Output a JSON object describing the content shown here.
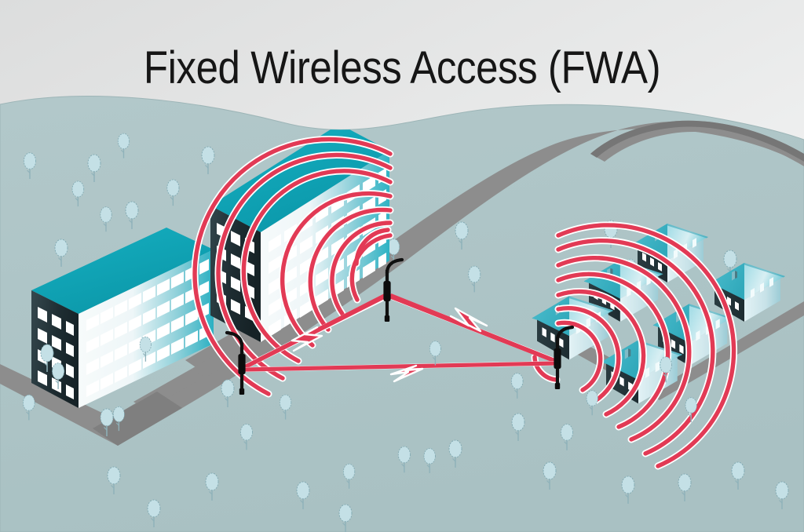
{
  "title": {
    "text": "Fixed Wireless Access (FWA)"
  },
  "illustration": {
    "kind": "isometric-network-diagram",
    "description": "Fixed Wireless Access isometric cityscape: two apartment blocks on the left broadcasting radio waves to a street-lamp small cell, which links by point-to-point wireless beams to two further poles, one of which serves a suburban cluster of houses on the right.",
    "sky_color": "#e7e8e8",
    "sky_color_light": "#f6f7f7",
    "ground_color": "#aec5c7",
    "ground_color_dark": "#a3bcbe",
    "road_color": "#8d8d8d",
    "road_shadow_color": "#6f6f6f",
    "building_roof_color": "#0fa9bb",
    "building_roof_dark": "#0b93a4",
    "building_face_light": "#f3f8f8",
    "building_face_mid": "#9fd4dc",
    "building_face_teal": "#2ab5c6",
    "building_face_dark": "#1d2b30",
    "house_roof_color": "#3fb8c9",
    "house_roof_light": "#cfeaf0",
    "house_face_dark": "#24363b",
    "house_face_light": "#cfe6ea",
    "tree_fill": "#bfdde3",
    "tree_stroke": "#8fb3bb",
    "window_color": "#ffffff",
    "beam_color": "#e23a55",
    "beam_outline": "#ffffff",
    "pole_color": "#111111",
    "elements": {
      "apartment_blocks": 2,
      "houses": 6,
      "antenna_poles": 3,
      "wave_arc_groups": 2,
      "point_to_point_beams": 3,
      "lightning_bolts": 3,
      "trees": 46
    },
    "labels": {
      "tall_building": "apartment-block-tall",
      "short_building": "apartment-block-short",
      "cell_pole_center": "small-cell-pole-center",
      "cell_pole_left": "small-cell-pole-left",
      "cell_pole_right": "small-cell-pole-right",
      "house_cluster": "suburban-house-cluster"
    }
  }
}
